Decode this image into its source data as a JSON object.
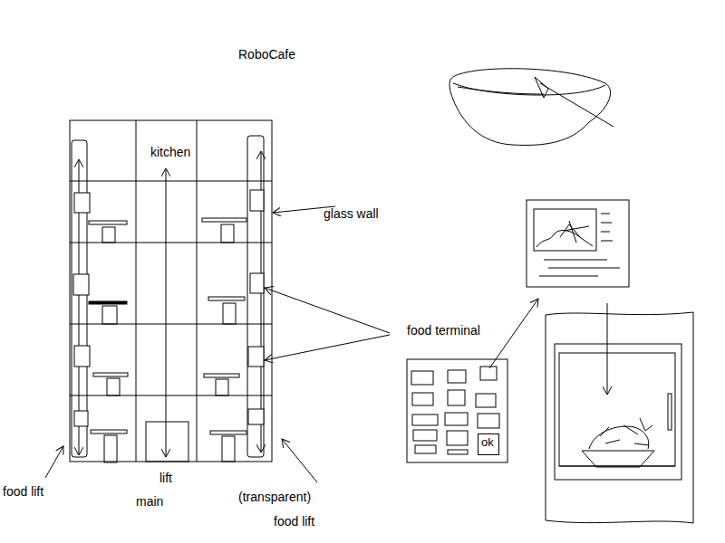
{
  "diagram": {
    "title": "RoboCafe",
    "nodes": [
      {
        "text": [
          "ok"
        ]
      }
    ],
    "labels": [
      "kitchen",
      "glass wall",
      "food terminal",
      "food lift",
      "lift",
      "main",
      "(transparent)",
      "food lift"
    ]
  }
}
